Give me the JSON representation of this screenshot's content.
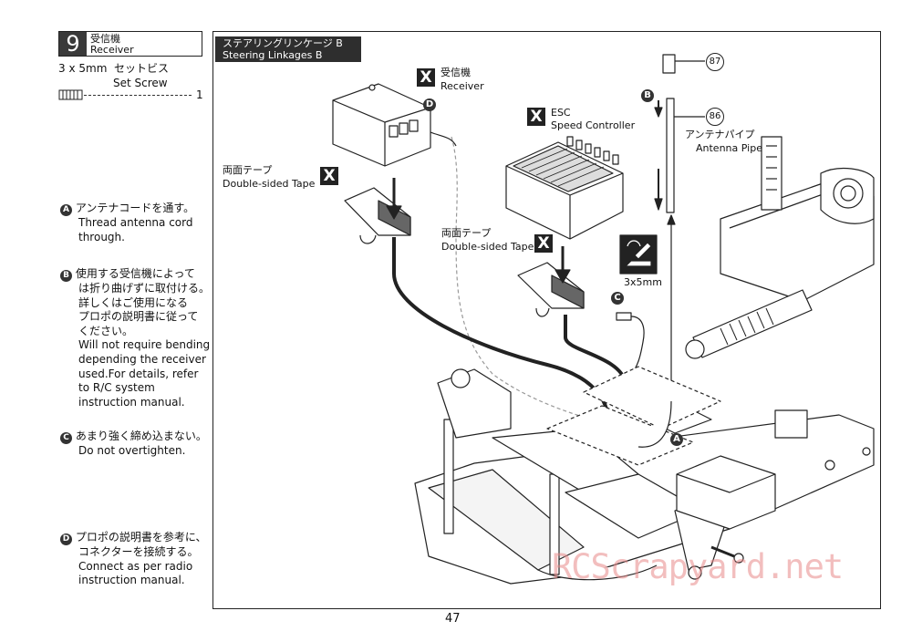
{
  "step": {
    "number": "9",
    "title_jp": "受信機",
    "title_en": "Receiver"
  },
  "parts": {
    "spec": "3 x 5mm",
    "name_jp": "セットビス",
    "name_en": "Set Screw",
    "qty": "1"
  },
  "notes": [
    {
      "letter": "A",
      "jp": "アンテナコードを通す。",
      "en": [
        "Thread antenna cord",
        "through."
      ]
    },
    {
      "letter": "B",
      "jp": [
        "使用する受信機によって",
        "は折り曲げずに取付ける。",
        "詳しくはご使用になる",
        "プロポの説明書に従って",
        "ください。"
      ],
      "en": [
        "Will not require bending",
        "depending the receiver",
        "used.For details, refer",
        "to R/C system",
        "instruction manual."
      ]
    },
    {
      "letter": "C",
      "jp": "あまり強く締め込まない。",
      "en": [
        "Do not overtighten."
      ]
    },
    {
      "letter": "D",
      "jp": [
        "プロポの説明書を参考に、",
        "コネクターを接続する。"
      ],
      "en": [
        "Connect as per radio",
        "instruction manual."
      ]
    }
  ],
  "diagram": {
    "section_jp": "ステアリングリンケージ B",
    "section_en": "Steering Linkages  B",
    "x_mark": "X",
    "receiver_jp": "受信機",
    "receiver_en": "Receiver",
    "esc_jp": "ESC",
    "esc_en": "Speed Controller",
    "tape1_jp": "両面テープ",
    "tape1_en": "Double-sided Tape",
    "tape2_jp": "両面テープ",
    "tape2_en": "Double-sided Tape",
    "pipe_jp": "アンテナパイプ",
    "pipe_en": "Antenna Pipe",
    "part87": "87",
    "part86": "86",
    "screw_size": "3x5mm",
    "label_a": "A",
    "label_b": "B",
    "label_c": "C",
    "label_d": "D"
  },
  "page_number": "47",
  "watermark": "RCScrapyard.net"
}
